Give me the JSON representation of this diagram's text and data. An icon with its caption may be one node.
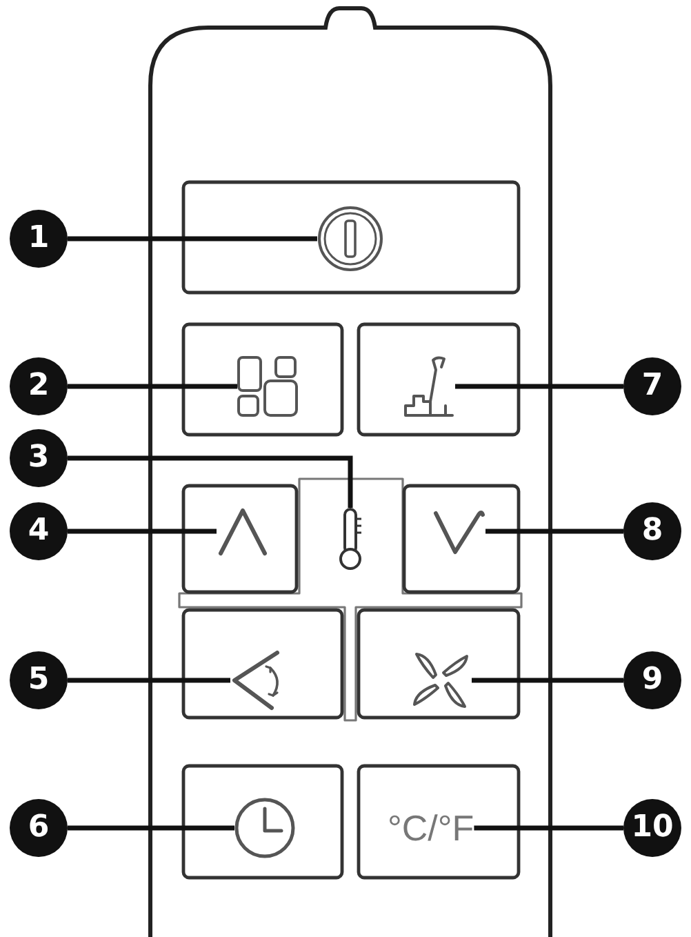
{
  "diagram": {
    "nodes": [
      {
        "text": [
          "1"
        ]
      },
      {
        "text": [
          "2"
        ]
      },
      {
        "text": [
          "7"
        ]
      },
      {
        "text": [
          "3"
        ]
      },
      {
        "text": [
          "4"
        ]
      },
      {
        "text": [
          "8"
        ]
      },
      {
        "text": [
          "5"
        ]
      },
      {
        "text": [
          "9"
        ]
      },
      {
        "text": [
          "6"
        ]
      },
      {
        "text": [
          "10"
        ]
      },
      {
        "text": [],
        "shape": "picture"
      },
      {
        "text": [],
        "shape": "picture"
      },
      {
        "text": [],
        "shape": "picture"
      },
      {
        "text": [],
        "shape": "picture"
      },
      {
        "text": [],
        "shape": "picture"
      },
      {
        "text": [],
        "shape": "picture"
      },
      {
        "text": [],
        "shape": "picture"
      },
      {
        "text": [],
        "shape": "picture"
      },
      {
        "text": [],
        "shape": "picture"
      },
      {
        "text": [
          "°C/°F"
        ]
      }
    ],
    "edges": [
      {
        "from": 0,
        "to": 10,
        "arrow": "none"
      },
      {
        "from": 1,
        "to": 11,
        "arrow": "none"
      },
      {
        "from": 2,
        "to": 12,
        "arrow": "none"
      },
      {
        "from": 3,
        "to": 13,
        "arrow": "none"
      },
      {
        "from": 4,
        "to": 14,
        "arrow": "none"
      },
      {
        "from": 5,
        "to": 15,
        "arrow": "none"
      },
      {
        "from": 6,
        "to": 16,
        "arrow": "none"
      },
      {
        "from": 7,
        "to": 17,
        "arrow": "none"
      },
      {
        "from": 8,
        "to": 18,
        "arrow": "none"
      },
      {
        "from": 9,
        "to": 19,
        "arrow": "none"
      }
    ]
  }
}
